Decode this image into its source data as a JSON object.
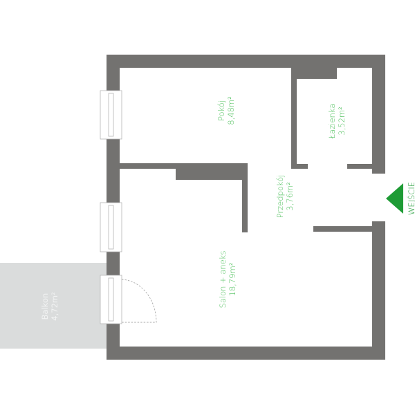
{
  "colors": {
    "wall": "#737270",
    "label": "#4cbf5a",
    "entrance": "#1e9b35",
    "balcony": "#dadcdc"
  },
  "rooms": [
    {
      "id": "pokoj",
      "name": "Pokój",
      "area": "8,48m²"
    },
    {
      "id": "lazienka",
      "name": "Łazienka",
      "area": "3,52m²"
    },
    {
      "id": "przedpokoj",
      "name": "Przedpokój",
      "area": "3,76m²"
    },
    {
      "id": "salon",
      "name": "Salon + aneks",
      "area": "18,79m²"
    },
    {
      "id": "balkon",
      "name": "Balkon",
      "area": "4,72m²"
    }
  ],
  "entrance": {
    "label": "WEJŚCIE",
    "icon": "triangle-arrow-icon"
  }
}
